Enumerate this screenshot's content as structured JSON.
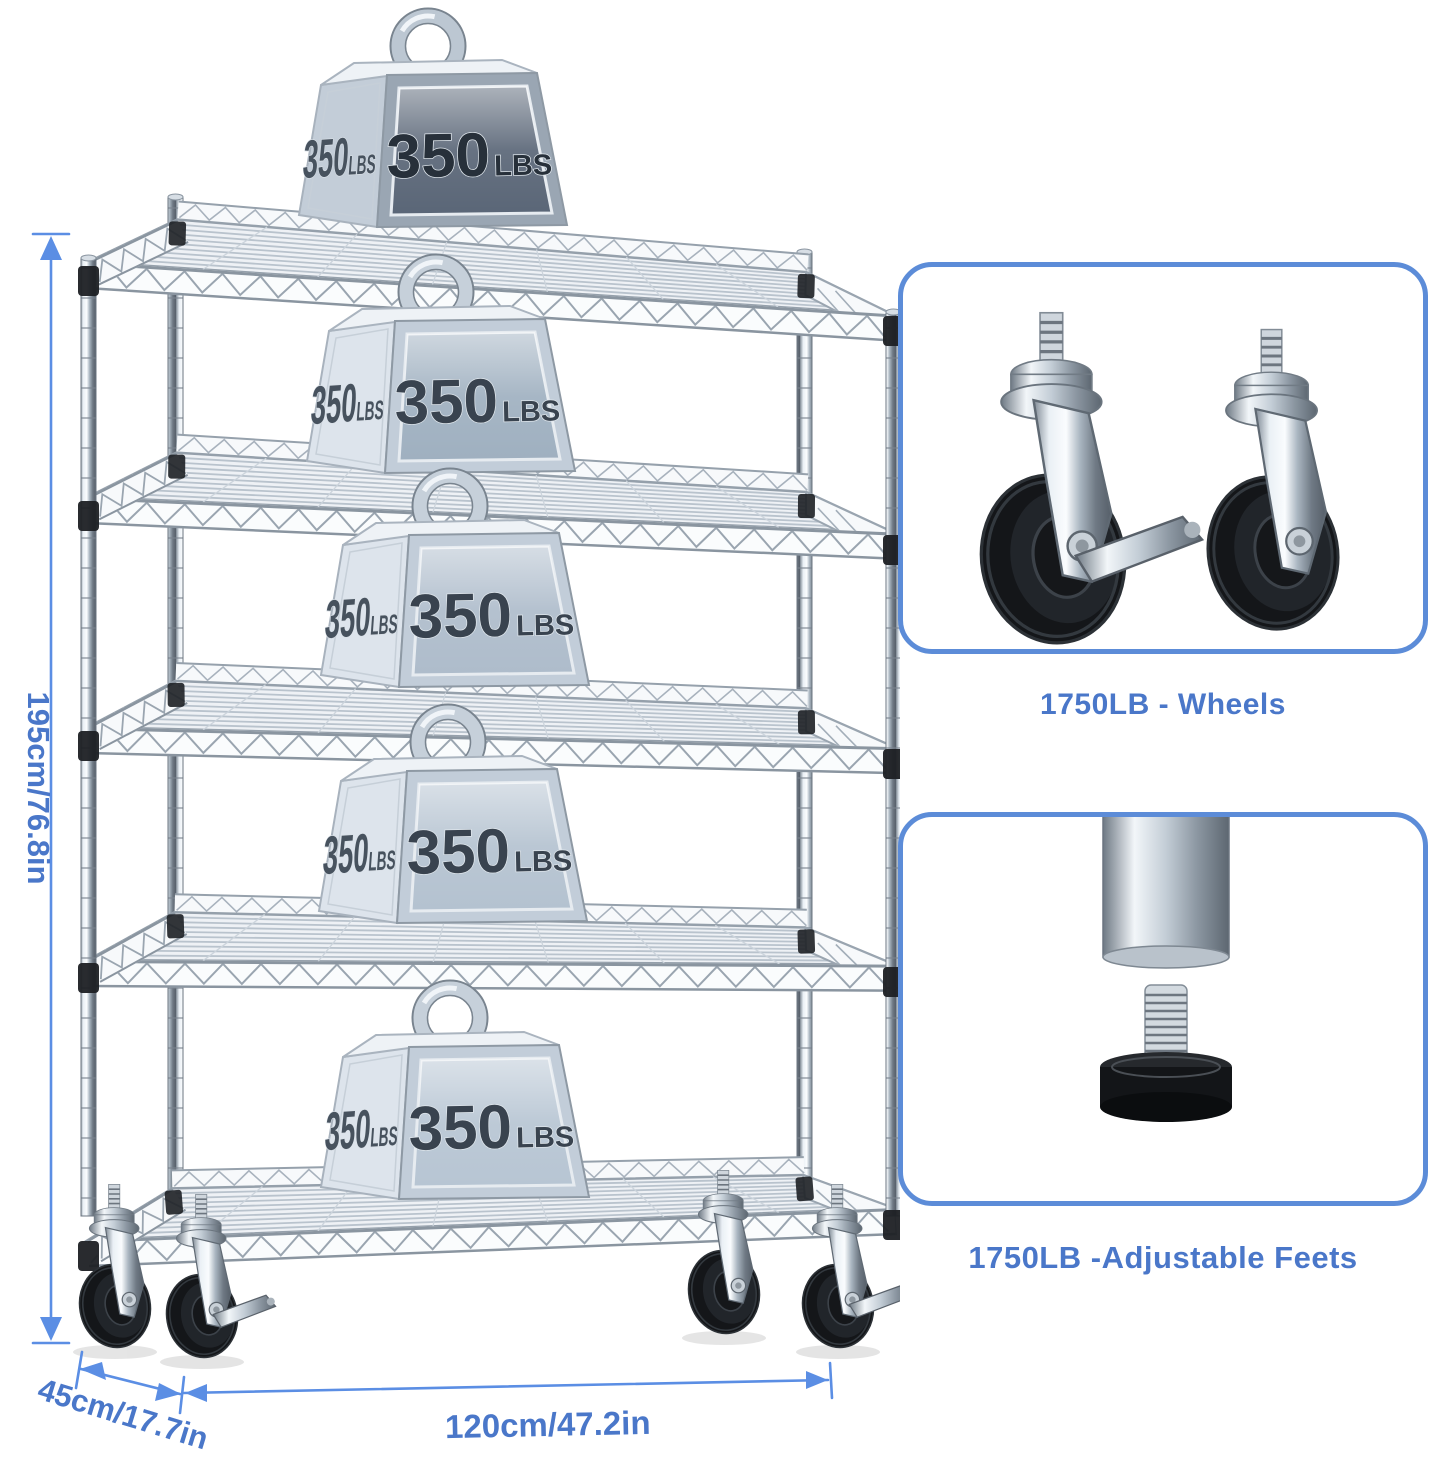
{
  "product_diagram": {
    "rack": {
      "shelf_count": 5,
      "weight_badge": {
        "value": "350",
        "unit": "LBS"
      }
    },
    "dimensions": {
      "height": "195cm/76.8in",
      "depth": "45cm/17.7in",
      "width": "120cm/47.2in"
    },
    "callouts": {
      "wheels": {
        "label": "1750LB - Wheels"
      },
      "feet": {
        "label": "1750LB -Adjustable Feets"
      }
    },
    "colors": {
      "accent_text": "#4a77c9",
      "dimension_line": "#5b8ee4",
      "panel_border": "#5c8cd8"
    }
  }
}
